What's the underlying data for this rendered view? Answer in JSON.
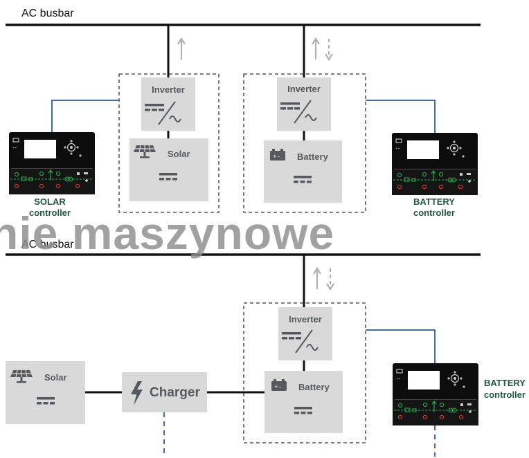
{
  "busbar_top_label": "AC busbar",
  "busbar_bottom_label": "AC busbar",
  "inverter_label": "Inverter",
  "solar_label": "Solar",
  "battery_label": "Battery",
  "charger_label": "Charger",
  "solar_controller": {
    "line1": "SOLAR",
    "line2": "controller"
  },
  "battery_controller": {
    "line1": "BATTERY",
    "line2": "controller"
  },
  "watermark_text": "nie maszynowe",
  "icons": [
    "solar-panel-icon",
    "battery-icon",
    "dc-ac-icon",
    "dc-symbol-icon",
    "lightning-icon",
    "flow-arrow-icon"
  ],
  "colors": {
    "box": "#d9d9d9",
    "wire": "#111111",
    "signal": "#2a5a9c",
    "controller_label": "#1f5a3c",
    "arrow": "#b0b0b0"
  }
}
